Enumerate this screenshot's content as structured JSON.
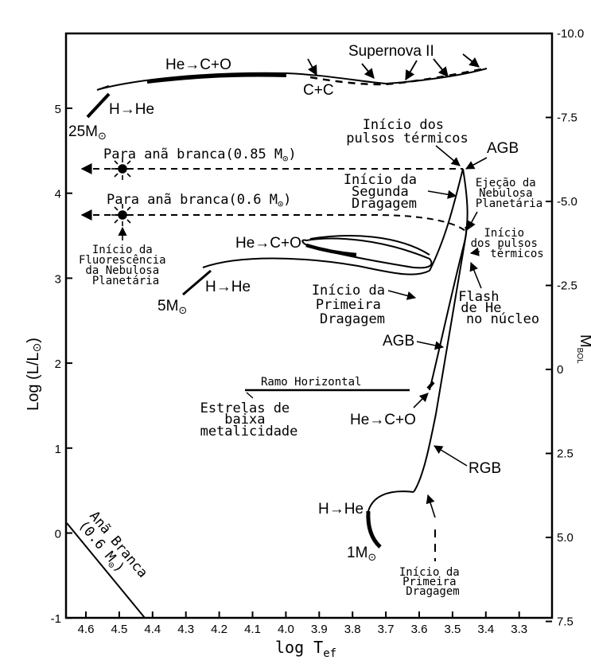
{
  "axes": {
    "xlabel": "log T",
    "xlabel_sub": "ef",
    "ylabel": "Log (L/L",
    "ylabel_sun": "⊙",
    "ylabel_close": ")",
    "y2label": "M",
    "y2label_sub": "BOL",
    "x_ticks": [
      "4.6",
      "4.5",
      "4.4",
      "4.3",
      "4.2",
      "4.1",
      "4.0",
      "3.9",
      "3.8",
      "3.7",
      "3.6",
      "3.5",
      "3.4",
      "3.3"
    ],
    "y_ticks": [
      "5",
      "4",
      "3",
      "2",
      "1",
      "0",
      "-1"
    ],
    "y2_ticks": [
      "-10.0",
      "-7.5",
      "-5.0",
      "-2.5",
      "0",
      "2.5",
      "5.0",
      "7.5"
    ]
  },
  "tracks": {
    "m25": {
      "mass": "25M",
      "sun": "⊙",
      "phase1": "H→He",
      "phase2": "He→C+O",
      "phase3": "C+C",
      "end": "Supernova II"
    },
    "m5": {
      "mass": "5M",
      "sun": "⊙",
      "phase1": "H→He",
      "phase2": "He→C+O"
    },
    "m1": {
      "mass": "1M",
      "sun": "⊙",
      "phase1": "H→He",
      "phase2": "He→C+O"
    }
  },
  "labels": {
    "wd085": "Para anã branca(0.85 M",
    "wd06": "Para anã branca(0.6 M",
    "sun": "⊙",
    "close_paren": ")",
    "agb_top": "AGB",
    "agb_mid": "AGB",
    "rgb": "RGB",
    "thermal_pulses_1": [
      "Início dos",
      "pulsos térmicos"
    ],
    "second_dredge": [
      "Início da",
      "Segunda",
      "Dragagem"
    ],
    "pn_ejection": [
      "Ejeção da",
      "Nebulosa",
      "Planetária"
    ],
    "thermal_pulses_2": [
      "Início",
      "dos pulsos",
      "térmicos"
    ],
    "pn_fluorescence": [
      "Início da",
      "Fluorescência",
      "da Nebulosa",
      "Planetária"
    ],
    "first_dredge_5": [
      "Início da",
      "Primeira",
      "Dragagem"
    ],
    "he_flash": [
      "Flash",
      "de He",
      "no núcleo"
    ],
    "horizontal_branch": "Ramo Horizontal",
    "low_metal": [
      "Estrelas de",
      "baixa",
      "metalicidade"
    ],
    "first_dredge_1": [
      "Início da",
      "Primeira",
      "Dragagem"
    ],
    "white_dwarf": [
      "Anã Branca",
      "(0.6 M",
      "⊙",
      ")"
    ]
  }
}
